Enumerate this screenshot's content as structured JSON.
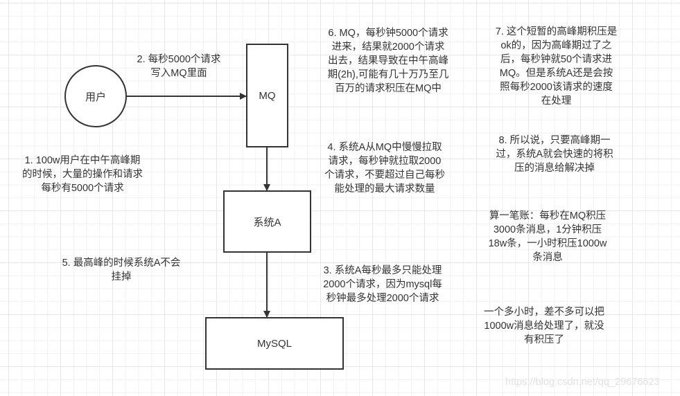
{
  "diagram": {
    "nodes": {
      "user": {
        "label": "用户",
        "shape": "circle"
      },
      "mq": {
        "label": "MQ",
        "shape": "rect"
      },
      "system_a": {
        "label": "系统A",
        "shape": "rect"
      },
      "mysql": {
        "label": "MySQL",
        "shape": "rect"
      }
    },
    "edges": [
      {
        "from": "user",
        "to": "mq"
      },
      {
        "from": "mq",
        "to": "system_a"
      },
      {
        "from": "system_a",
        "to": "mysql"
      }
    ],
    "colors": {
      "stroke": "#333333",
      "text": "#333333",
      "grid_minor": "#f1f1f1",
      "grid_major": "#e6e6e6"
    }
  },
  "notes": {
    "note1": "1. 100w用户在中午高峰期\n的时候，大量的操作和请求\n每秒有5000个请求",
    "note2": "2. 每秒5000个请求\n写入MQ里面",
    "note3": "3. 系统A每秒最多只能处理\n2000个请求，因为mysql每\n秒钟最多处理2000个请求",
    "note4": "4. 系统A从MQ中慢慢拉取\n请求，每秒钟就拉取2000\n个请求，不要超过自己每秒\n能处理的最大请求数量",
    "note5": "5. 最高峰的时候系统A不会\n挂掉",
    "note6": "6. MQ，每秒钟5000个请求\n进来，结果就2000个请求\n出去，结果导致在中午高峰\n期(2h),可能有几十万乃至几\n百万的请求积压在MQ中",
    "note7": "7. 这个短暂的高峰期积压是\nok的，因为高峰期过了之\n后，每秒钟就50个请求进\nMQ。但是系统A还是会按\n照每秒2000该请求的速度\n在处理",
    "note8": "8. 所以说，只要高峰期一\n过，系统A就会快速的将积\n压的消息给解决掉",
    "calc": "算一笔账：每秒在MQ积压\n3000条消息，1分钟积压\n18w条，一小时积压1000w\n条消息",
    "hour": "一个多小时，差不多可以把\n1000w消息给处理了，就没\n有积压了"
  },
  "watermark": "https://blog.csdn.net/qq_29676623"
}
